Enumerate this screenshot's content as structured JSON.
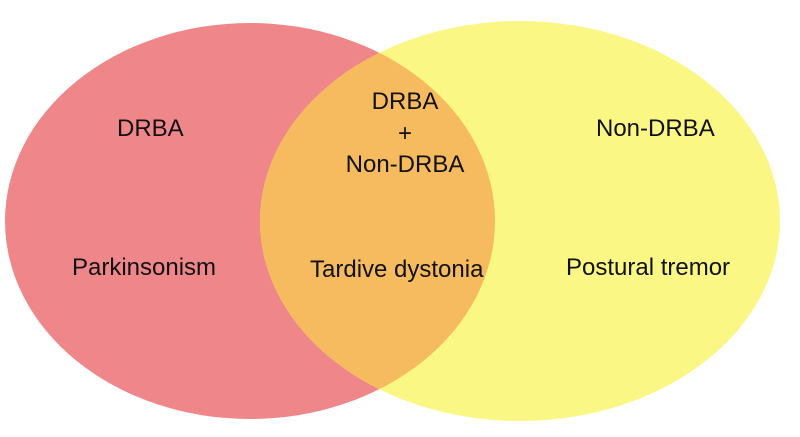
{
  "colors": {
    "left_fill": "#ef878a",
    "right_fill": "#fbf785",
    "overlap_fill": "#f5bb5e",
    "text": "#111111"
  },
  "left_set": {
    "title": "DRBA",
    "example": "Parkinsonism"
  },
  "right_set": {
    "title": "Non-DRBA",
    "example": "Postural tremor"
  },
  "overlap": {
    "title_top": "DRBA",
    "joiner": "+",
    "title_bottom": "Non-DRBA",
    "example": "Tardive dystonia"
  }
}
